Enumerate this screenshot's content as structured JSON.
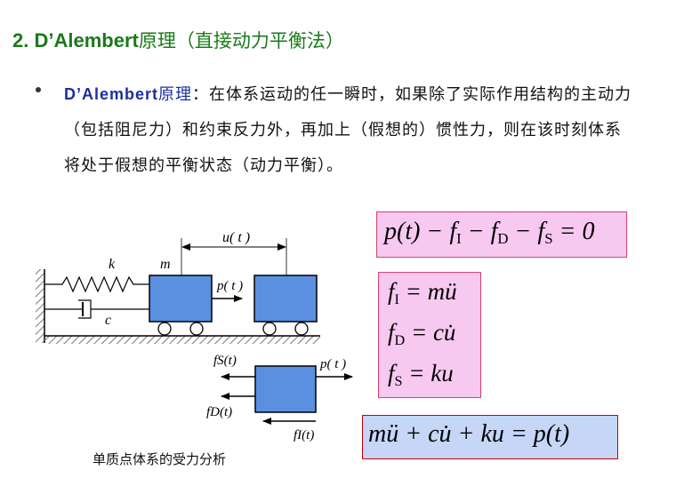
{
  "title": {
    "number": "2.",
    "latin": "D’Alembert",
    "cjk": "原理（直接动力平衡法）"
  },
  "bullet": {
    "term_latin": "D’Alembert",
    "term_cjk": "原理",
    "text": "：在体系运动的任一瞬时，如果除了实际作用结构的主动力（包括阻尼力）和约束反力外，再加上（假想的）惯性力，则在该时刻体系将处于假想的平衡状态（动力平衡）。"
  },
  "equations": {
    "main": "p(t) − fI − fD − fS = 0",
    "inertia": "fI = mü",
    "damping": "fD = cu̇",
    "spring": "fS = ku",
    "final": "mü + cu̇ + ku = p(t)"
  },
  "diagram": {
    "displacement_label": "u( t )",
    "spring_label": "k",
    "mass_label": "m",
    "damper_label": "c",
    "load_label_top": "p( t )",
    "load_label_free": "p( t )",
    "spring_force_label": "fS(t)",
    "damping_force_label": "fD(t)",
    "inertia_force_label": "fI(t)"
  },
  "caption": "单质点体系的受力分析",
  "colors": {
    "title": "#1a7a1a",
    "term": "#1c2fa0",
    "eq_pink": "#f7c9f0",
    "eq_blue": "#c5d6f7",
    "mass": "#5b8fe0"
  }
}
